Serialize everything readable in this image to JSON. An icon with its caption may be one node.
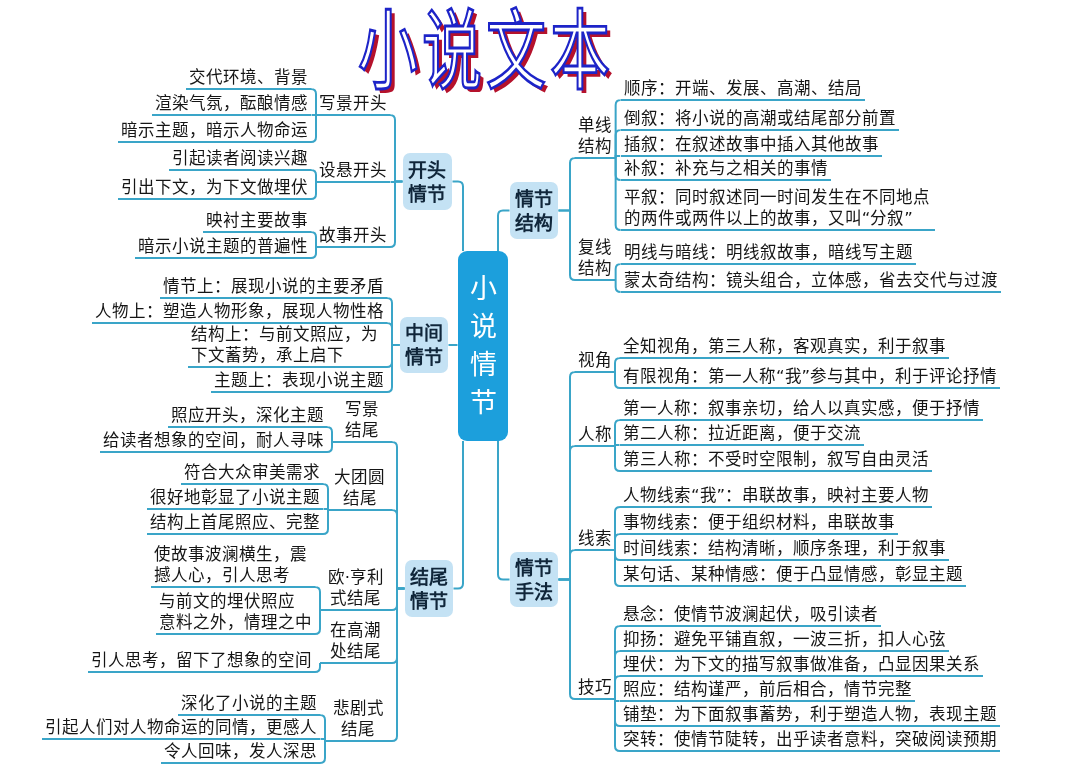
{
  "diagram": {
    "title": "小说文本",
    "nodes": [
      {
        "text": [
          "小说情节"
        ]
      },
      {
        "text": [
          "开头情节"
        ]
      },
      {
        "text": [
          "写景开头"
        ]
      },
      {
        "text": [
          "交代环境、背景"
        ]
      },
      {
        "text": [
          "渲染气氛，酝酿情感"
        ]
      },
      {
        "text": [
          "暗示主题，暗示人物命运"
        ]
      },
      {
        "text": [
          "设悬开头"
        ]
      },
      {
        "text": [
          "引起读者阅读兴趣"
        ]
      },
      {
        "text": [
          "引出下文，为下文做埋伏"
        ]
      },
      {
        "text": [
          "故事开头"
        ]
      },
      {
        "text": [
          "映衬主要故事"
        ]
      },
      {
        "text": [
          "暗示小说主题的普遍性"
        ]
      },
      {
        "text": [
          "中间情节"
        ]
      },
      {
        "text": [
          "情节上：展现小说的主要矛盾"
        ]
      },
      {
        "text": [
          "人物上：塑造人物形象，展现人物性格"
        ]
      },
      {
        "text": [
          "结构上：与前文照应，为下文蓄势，承上启下"
        ]
      },
      {
        "text": [
          "主题上：表现小说主题"
        ]
      },
      {
        "text": [
          "结尾情节"
        ]
      },
      {
        "text": [
          "写景结尾"
        ]
      },
      {
        "text": [
          "照应开头，深化主题"
        ]
      },
      {
        "text": [
          "给读者想象的空间，耐人寻味"
        ]
      },
      {
        "text": [
          "大团圆结尾"
        ]
      },
      {
        "text": [
          "符合大众审美需求"
        ]
      },
      {
        "text": [
          "很好地彰显了小说主题"
        ]
      },
      {
        "text": [
          "结构上首尾照应、完整"
        ]
      },
      {
        "text": [
          "欧·亨利式结尾"
        ]
      },
      {
        "text": [
          "使故事波澜横生，震撼人心，引人思考"
        ]
      },
      {
        "text": [
          "与前文的埋伏照应",
          "意料之外，情理之中"
        ]
      },
      {
        "text": [
          "在高潮处结尾"
        ]
      },
      {
        "text": [
          "引人思考，留下了想象的空间"
        ]
      },
      {
        "text": [
          "悲剧式结尾"
        ]
      },
      {
        "text": [
          "深化了小说的主题"
        ]
      },
      {
        "text": [
          "引起人们对人物命运的同情，更感人"
        ]
      },
      {
        "text": [
          "令人回味，发人深思"
        ]
      },
      {
        "text": [
          "情节结构"
        ]
      },
      {
        "text": [
          "单线结构"
        ]
      },
      {
        "text": [
          "顺序：开端、发展、高潮、结局"
        ]
      },
      {
        "text": [
          "倒叙：将小说的高潮或结尾部分前置"
        ]
      },
      {
        "text": [
          "插叙：在叙述故事中插入其他故事"
        ]
      },
      {
        "text": [
          "补叙：补充与之相关的事情"
        ]
      },
      {
        "text": [
          "平叙：同时叙述同一时间发生在不同地点的两件或两件以上的故事，又叫“分叙”"
        ]
      },
      {
        "text": [
          "复线结构"
        ]
      },
      {
        "text": [
          "明线与暗线：明线叙故事，暗线写主题"
        ]
      },
      {
        "text": [
          "蒙太奇结构：镜头组合，立体感，省去交代与过渡"
        ]
      },
      {
        "text": [
          "情节手法"
        ]
      },
      {
        "text": [
          "视角"
        ]
      },
      {
        "text": [
          "全知视角，第三人称，客观真实，利于叙事"
        ]
      },
      {
        "text": [
          "有限视角：第一人称“我”参与其中，利于评论抒情"
        ]
      },
      {
        "text": [
          "人称"
        ]
      },
      {
        "text": [
          "第一人称：叙事亲切，给人以真实感，便于抒情"
        ]
      },
      {
        "text": [
          "第二人称：拉近距离，便于交流"
        ]
      },
      {
        "text": [
          "第三人称：不受时空限制，叙写自由灵活"
        ]
      },
      {
        "text": [
          "线索"
        ]
      },
      {
        "text": [
          "人物线索“我”：串联故事，映衬主要人物"
        ]
      },
      {
        "text": [
          "事物线索：便于组织材料，串联故事"
        ]
      },
      {
        "text": [
          "时间线索：结构清晰，顺序条理，利于叙事"
        ]
      },
      {
        "text": [
          "某句话、某种情感：便于凸显情感，彰显主题"
        ]
      },
      {
        "text": [
          "技巧"
        ]
      },
      {
        "text": [
          "悬念：使情节波澜起伏，吸引读者"
        ]
      },
      {
        "text": [
          "抑扬：避免平铺直叙，一波三折，扣人心弦"
        ]
      },
      {
        "text": [
          "埋伏：为下文的描写叙事做准备，凸显因果关系"
        ]
      },
      {
        "text": [
          "照应：结构谨严，前后相合，情节完整"
        ]
      },
      {
        "text": [
          "铺垫：为下面叙事蓄势，利于塑造人物，表现主题"
        ]
      },
      {
        "text": [
          "突转：使情节陡转，出乎读者意料，突破阅读预期"
        ]
      }
    ],
    "edges": [
      {
        "from": 0,
        "to": 1,
        "arrow": "none"
      },
      {
        "from": 1,
        "to": 2,
        "arrow": "none"
      },
      {
        "from": 2,
        "to": 3,
        "arrow": "none"
      },
      {
        "from": 2,
        "to": 4,
        "arrow": "none"
      },
      {
        "from": 2,
        "to": 5,
        "arrow": "none"
      },
      {
        "from": 1,
        "to": 6,
        "arrow": "none"
      },
      {
        "from": 6,
        "to": 7,
        "arrow": "none"
      },
      {
        "from": 6,
        "to": 8,
        "arrow": "none"
      },
      {
        "from": 1,
        "to": 9,
        "arrow": "none"
      },
      {
        "from": 9,
        "to": 10,
        "arrow": "none"
      },
      {
        "from": 9,
        "to": 11,
        "arrow": "none"
      },
      {
        "from": 0,
        "to": 12,
        "arrow": "none"
      },
      {
        "from": 12,
        "to": 13,
        "arrow": "none"
      },
      {
        "from": 12,
        "to": 14,
        "arrow": "none"
      },
      {
        "from": 12,
        "to": 15,
        "arrow": "none"
      },
      {
        "from": 12,
        "to": 16,
        "arrow": "none"
      },
      {
        "from": 0,
        "to": 17,
        "arrow": "none"
      },
      {
        "from": 17,
        "to": 18,
        "arrow": "none"
      },
      {
        "from": 18,
        "to": 19,
        "arrow": "none"
      },
      {
        "from": 18,
        "to": 20,
        "arrow": "none"
      },
      {
        "from": 17,
        "to": 21,
        "arrow": "none"
      },
      {
        "from": 21,
        "to": 22,
        "arrow": "none"
      },
      {
        "from": 21,
        "to": 23,
        "arrow": "none"
      },
      {
        "from": 21,
        "to": 24,
        "arrow": "none"
      },
      {
        "from": 17,
        "to": 25,
        "arrow": "none"
      },
      {
        "from": 25,
        "to": 26,
        "arrow": "none"
      },
      {
        "from": 25,
        "to": 27,
        "arrow": "none"
      },
      {
        "from": 17,
        "to": 28,
        "arrow": "none"
      },
      {
        "from": 28,
        "to": 29,
        "arrow": "none"
      },
      {
        "from": 17,
        "to": 30,
        "arrow": "none"
      },
      {
        "from": 30,
        "to": 31,
        "arrow": "none"
      },
      {
        "from": 30,
        "to": 32,
        "arrow": "none"
      },
      {
        "from": 30,
        "to": 33,
        "arrow": "none"
      },
      {
        "from": 0,
        "to": 34,
        "arrow": "none"
      },
      {
        "from": 34,
        "to": 35,
        "arrow": "none"
      },
      {
        "from": 35,
        "to": 36,
        "arrow": "none"
      },
      {
        "from": 35,
        "to": 37,
        "arrow": "none"
      },
      {
        "from": 35,
        "to": 38,
        "arrow": "none"
      },
      {
        "from": 35,
        "to": 39,
        "arrow": "none"
      },
      {
        "from": 35,
        "to": 40,
        "arrow": "none"
      },
      {
        "from": 34,
        "to": 41,
        "arrow": "none"
      },
      {
        "from": 41,
        "to": 42,
        "arrow": "none"
      },
      {
        "from": 41,
        "to": 43,
        "arrow": "none"
      },
      {
        "from": 0,
        "to": 44,
        "arrow": "none"
      },
      {
        "from": 44,
        "to": 45,
        "arrow": "none"
      },
      {
        "from": 45,
        "to": 46,
        "arrow": "none"
      },
      {
        "from": 45,
        "to": 47,
        "arrow": "none"
      },
      {
        "from": 44,
        "to": 48,
        "arrow": "none"
      },
      {
        "from": 48,
        "to": 49,
        "arrow": "none"
      },
      {
        "from": 48,
        "to": 50,
        "arrow": "none"
      },
      {
        "from": 48,
        "to": 51,
        "arrow": "none"
      },
      {
        "from": 44,
        "to": 52,
        "arrow": "none"
      },
      {
        "from": 52,
        "to": 53,
        "arrow": "none"
      },
      {
        "from": 52,
        "to": 54,
        "arrow": "none"
      },
      {
        "from": 52,
        "to": 55,
        "arrow": "none"
      },
      {
        "from": 52,
        "to": 56,
        "arrow": "none"
      },
      {
        "from": 44,
        "to": 57,
        "arrow": "none"
      },
      {
        "from": 57,
        "to": 58,
        "arrow": "none"
      },
      {
        "from": 57,
        "to": 59,
        "arrow": "none"
      },
      {
        "from": 57,
        "to": 60,
        "arrow": "none"
      },
      {
        "from": 57,
        "to": 61,
        "arrow": "none"
      },
      {
        "from": 57,
        "to": 62,
        "arrow": "none"
      },
      {
        "from": 57,
        "to": 63,
        "arrow": "none"
      }
    ]
  }
}
